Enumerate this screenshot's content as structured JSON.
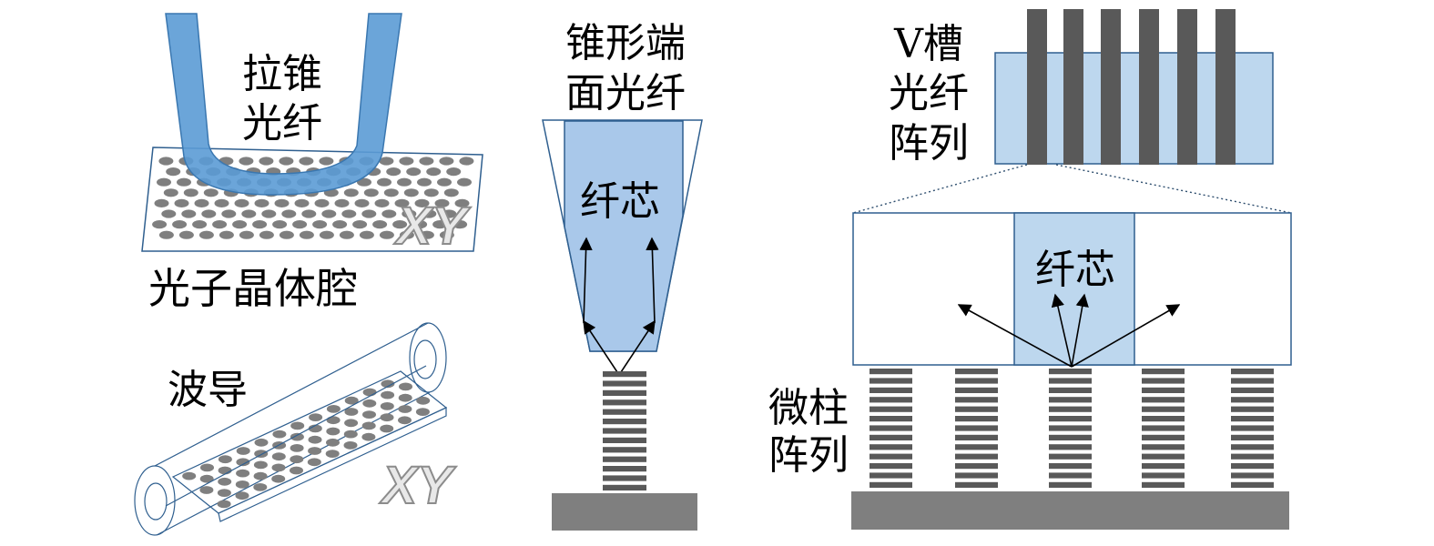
{
  "tapered_fiber_coupling": {
    "fiber_label": [
      "拉锥",
      "光纤"
    ],
    "plane_label": "XY",
    "cavity_label": "光子晶体腔"
  },
  "waveguide_coupling": {
    "waveguide_label": "波导",
    "plane_label": "XY"
  },
  "tapered_end_fiber_coupling": {
    "fiber_label": [
      "锥形端",
      "面光纤"
    ],
    "core_label": "纤芯"
  },
  "v_groove_array_coupling": {
    "array_label": [
      "V槽",
      "光纤",
      "阵列"
    ],
    "core_label": "纤芯",
    "micropillar_label": [
      "微柱",
      "阵列"
    ]
  },
  "colors": {
    "fiber_blue": "#5b9bd5",
    "core_blue": "#a9c8ea",
    "groove_blue": "#bdd7ee",
    "waveguide_end_blue": "#9dc3e6",
    "hole_gray": "#7f7f7f",
    "pillar_dark": "#595959",
    "substrate_gray": "#7f7f7f"
  }
}
